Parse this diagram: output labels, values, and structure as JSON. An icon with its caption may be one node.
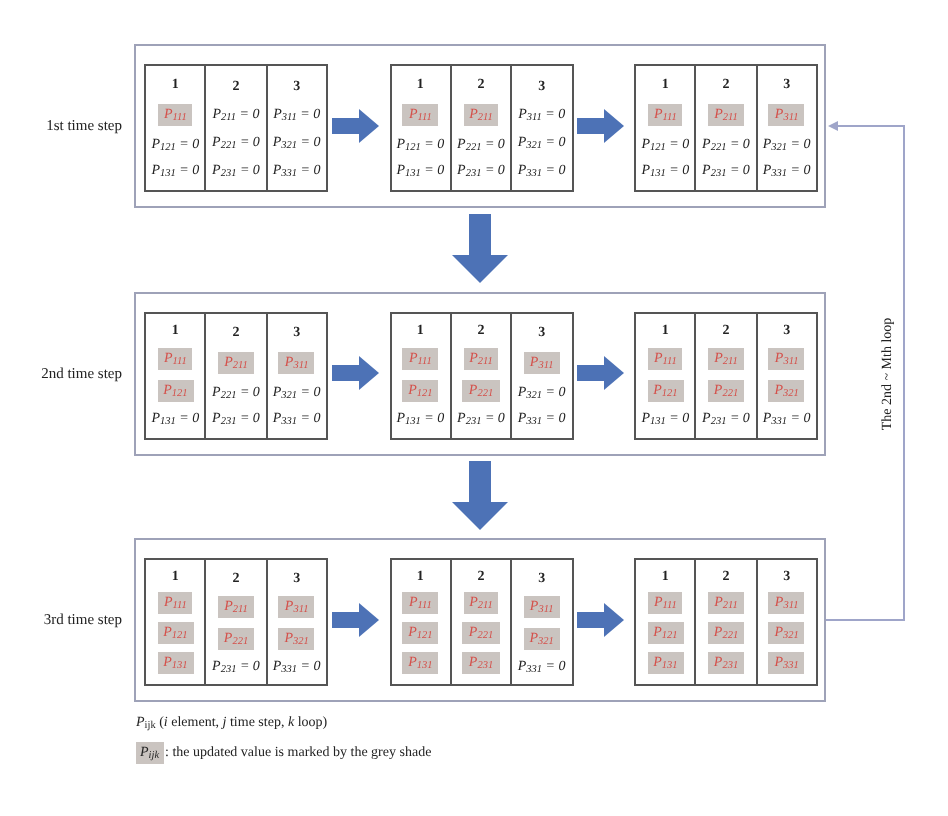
{
  "diagram": {
    "nodes": [
      {
        "text": [],
        "shape": "box",
        "beside": [
          "1st time step"
        ]
      },
      {
        "text": [],
        "shape": "box",
        "in": 0
      },
      {
        "text": [
          "1",
          "P$_{121}$ = 0",
          "P$_{131}$ = 0"
        ],
        "in": 1
      },
      {
        "text": [
          "P$_{111}$"
        ],
        "in": 2
      },
      {
        "text": [
          "2",
          "P$_{211}$ = 0",
          "P$_{221}$ = 0",
          "P$_{231}$ = 0"
        ],
        "in": 1
      },
      {
        "text": [
          "3",
          "P$_{311}$ = 0",
          "P$_{321}$ = 0",
          "P$_{331}$ = 0"
        ],
        "in": 1
      },
      {
        "text": [],
        "shape": "box",
        "in": 0
      },
      {
        "text": [
          "1",
          "P$_{121}$ = 0",
          "P$_{131}$ = 0"
        ],
        "in": 6
      },
      {
        "text": [
          "P$_{111}$"
        ],
        "in": 7
      },
      {
        "text": [
          "2",
          "P$_{221}$ = 0",
          "P$_{231}$ = 0"
        ],
        "in": 6
      },
      {
        "text": [
          "P$_{211}$"
        ],
        "in": 9
      },
      {
        "text": [
          "3",
          "P$_{311}$ = 0",
          "P$_{321}$ = 0",
          "P$_{331}$ = 0"
        ],
        "in": 6
      },
      {
        "text": [],
        "shape": "box",
        "in": 0
      },
      {
        "text": [
          "1",
          "P$_{121}$ = 0",
          "P$_{131}$ = 0"
        ],
        "in": 12
      },
      {
        "text": [
          "P$_{111}$"
        ],
        "in": 13
      },
      {
        "text": [
          "2",
          "P$_{221}$ = 0",
          "P$_{231}$ = 0"
        ],
        "in": 12
      },
      {
        "text": [
          "P$_{211}$"
        ],
        "in": 15
      },
      {
        "text": [
          "3",
          "P$_{321}$ = 0",
          "P$_{331}$ = 0"
        ],
        "in": 12
      },
      {
        "text": [
          "P$_{311}$"
        ],
        "in": 17
      },
      {
        "text": [],
        "shape": "box",
        "beside": [
          "2nd time step"
        ]
      },
      {
        "text": [],
        "shape": "box",
        "in": 19
      },
      {
        "text": [
          "1",
          "P$_{131}$ = 0"
        ],
        "in": 20
      },
      {
        "text": [
          "P$_{111}$"
        ],
        "in": 21
      },
      {
        "text": [
          "P$_{121}$"
        ],
        "in": 21
      },
      {
        "text": [
          "2",
          "P$_{221}$ = 0",
          "P$_{231}$ = 0"
        ],
        "in": 20
      },
      {
        "text": [
          "P$_{211}$"
        ],
        "in": 24
      },
      {
        "text": [
          "3",
          "P$_{321}$ = 0",
          "P$_{331}$ = 0"
        ],
        "in": 20
      },
      {
        "text": [
          "P$_{311}$"
        ],
        "in": 26
      },
      {
        "text": [],
        "shape": "box",
        "in": 19
      },
      {
        "text": [
          "1",
          "P$_{131}$ = 0"
        ],
        "in": 28
      },
      {
        "text": [
          "P$_{111}$"
        ],
        "in": 29
      },
      {
        "text": [
          "P$_{121}$"
        ],
        "in": 29
      },
      {
        "text": [
          "2",
          "P$_{231}$ = 0"
        ],
        "in": 28
      },
      {
        "text": [
          "P$_{211}$"
        ],
        "in": 32
      },
      {
        "text": [
          "P$_{221}$"
        ],
        "in": 32
      },
      {
        "text": [
          "3",
          "P$_{321}$ = 0",
          "P$_{331}$ = 0"
        ],
        "in": 28
      },
      {
        "text": [
          "P$_{311}$"
        ],
        "in": 35
      },
      {
        "text": [],
        "shape": "box",
        "in": 19
      },
      {
        "text": [
          "1",
          "P$_{131}$ = 0"
        ],
        "in": 37
      },
      {
        "text": [
          "P$_{111}$"
        ],
        "in": 38
      },
      {
        "text": [
          "P$_{121}$"
        ],
        "in": 38
      },
      {
        "text": [
          "2",
          "P$_{231}$ = 0"
        ],
        "in": 37
      },
      {
        "text": [
          "P$_{211}$"
        ],
        "in": 41
      },
      {
        "text": [
          "P$_{221}$"
        ],
        "in": 41
      },
      {
        "text": [
          "3",
          "P$_{331}$ = 0"
        ],
        "in": 37
      },
      {
        "text": [
          "P$_{311}$"
        ],
        "in": 44
      },
      {
        "text": [
          "P$_{321}$"
        ],
        "in": 44
      },
      {
        "text": [],
        "shape": "box",
        "beside": [
          "3rd time step"
        ]
      },
      {
        "text": [],
        "shape": "box",
        "in": 47
      },
      {
        "text": [
          "1"
        ],
        "in": 48
      },
      {
        "text": [
          "P$_{111}$"
        ],
        "in": 49
      },
      {
        "text": [
          "P$_{121}$"
        ],
        "in": 49
      },
      {
        "text": [
          "P$_{131}$"
        ],
        "in": 49
      },
      {
        "text": [
          "2",
          "P$_{231}$ = 0"
        ],
        "in": 48
      },
      {
        "text": [
          "P$_{211}$"
        ],
        "in": 53
      },
      {
        "text": [
          "P$_{221}$"
        ],
        "in": 53
      },
      {
        "text": [
          "3",
          "P$_{331}$ = 0"
        ],
        "in": 48
      },
      {
        "text": [
          "P$_{311}$"
        ],
        "in": 56
      },
      {
        "text": [
          "P$_{321}$"
        ],
        "in": 56
      },
      {
        "text": [],
        "shape": "box",
        "in": 47
      },
      {
        "text": [
          "1"
        ],
        "in": 59
      },
      {
        "text": [
          "P$_{111}$"
        ],
        "in": 60
      },
      {
        "text": [
          "P$_{121}$"
        ],
        "in": 60
      },
      {
        "text": [
          "P$_{131}$"
        ],
        "in": 60
      },
      {
        "text": [
          "2"
        ],
        "in": 59
      },
      {
        "text": [
          "P$_{211}$"
        ],
        "in": 64
      },
      {
        "text": [
          "P$_{221}$"
        ],
        "in": 64
      },
      {
        "text": [
          "P$_{231}$"
        ],
        "in": 64
      },
      {
        "text": [
          "3",
          "P$_{331}$ = 0"
        ],
        "in": 59
      },
      {
        "text": [
          "P$_{311}$"
        ],
        "in": 68
      },
      {
        "text": [
          "P$_{321}$"
        ],
        "in": 68
      },
      {
        "text": [],
        "shape": "box",
        "in": 47
      },
      {
        "text": [
          "1"
        ],
        "in": 71
      },
      {
        "text": [
          "P$_{111}$"
        ],
        "in": 72
      },
      {
        "text": [
          "P$_{121}$"
        ],
        "in": 72
      },
      {
        "text": [
          "P$_{131}$"
        ],
        "in": 72
      },
      {
        "text": [
          "2"
        ],
        "in": 71
      },
      {
        "text": [
          "P$_{211}$"
        ],
        "in": 76
      },
      {
        "text": [
          "P$_{221}$"
        ],
        "in": 76
      },
      {
        "text": [
          "P$_{231}$"
        ],
        "in": 76
      },
      {
        "text": [
          "3"
        ],
        "in": 71
      },
      {
        "text": [
          "P$_{311}$"
        ],
        "in": 80
      },
      {
        "text": [
          "P$_{321}$"
        ],
        "in": 80
      },
      {
        "text": [
          "P$_{331}$"
        ],
        "in": 80
      }
    ],
    "edges": [
      {
        "from": 1,
        "to": 6,
        "arrow": "to"
      },
      {
        "from": 6,
        "to": 12,
        "arrow": "to"
      },
      {
        "from": 0,
        "to": 19,
        "arrow": "to"
      },
      {
        "from": 20,
        "to": 28,
        "arrow": "to"
      },
      {
        "from": 28,
        "to": 37,
        "arrow": "to"
      },
      {
        "from": 19,
        "to": 47,
        "arrow": "to"
      },
      {
        "from": 48,
        "to": 59,
        "arrow": "to"
      },
      {
        "from": 59,
        "to": 71,
        "arrow": "to"
      },
      {
        "from": 47,
        "to": 0,
        "arrow": "to",
        "label": "The 2nd ~ Mth loop",
        "color": "#9fa5c9"
      }
    ],
    "labels": [
      "*P*$_{ijk}$ (*i* element, *j* time step, *k* loop)",
      "P$_{ijk}$"
    ],
    "legend": [
      {
        "text": ": the updated value is marked by the grey shade",
        "color": "#cac4c0"
      }
    ]
  }
}
